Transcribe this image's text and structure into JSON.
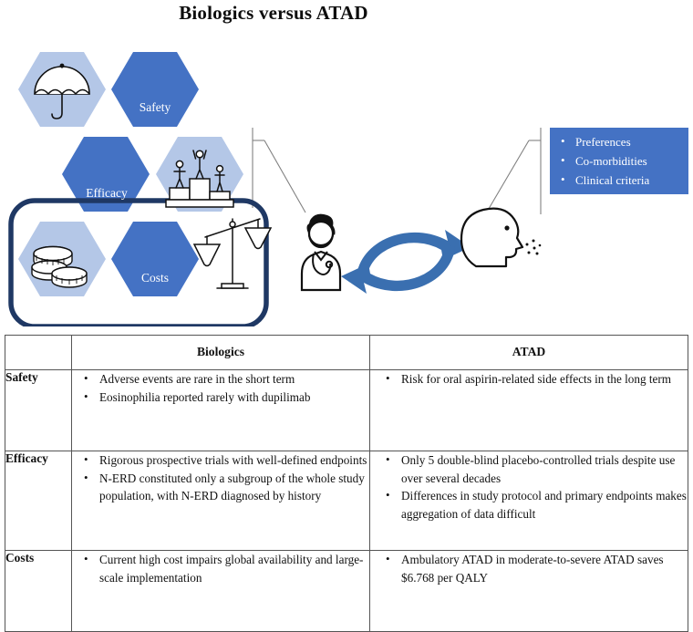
{
  "figure": {
    "title": "Biologics versus ATAD"
  },
  "diagram": {
    "hexagons": [
      {
        "id": "umbrella",
        "label": "",
        "icon": "umbrella-icon",
        "fill": "#b4c7e7"
      },
      {
        "id": "safety",
        "label": "Safety",
        "icon": "",
        "fill": "#4472c4"
      },
      {
        "id": "efficacy",
        "label": "Efficacy",
        "icon": "",
        "fill": "#4472c4"
      },
      {
        "id": "podium",
        "label": "",
        "icon": "winners-podium-icon",
        "fill": "#b4c7e7"
      },
      {
        "id": "coins",
        "label": "",
        "icon": "coins-icon",
        "fill": "#b4c7e7"
      },
      {
        "id": "costs",
        "label": "Costs",
        "icon": "",
        "fill": "#4472c4"
      }
    ],
    "loose_icons": [
      {
        "id": "scales",
        "icon": "balance-scales-icon"
      },
      {
        "id": "doctor",
        "icon": "doctor-icon"
      },
      {
        "id": "cycle",
        "icon": "shared-decision-cycle-icon"
      },
      {
        "id": "patient",
        "icon": "patient-head-sneeze-icon"
      }
    ],
    "highlight_box": {
      "name": "costs-highlight-box",
      "color": "#1f3864"
    },
    "factor_box": {
      "background": "#4472c4",
      "items": [
        "Preferences",
        "Co-morbidities",
        "Clinical criteria"
      ]
    },
    "colors": {
      "hex_dark": "#4472c4",
      "hex_light": "#b4c7e7",
      "highlight": "#1f3864",
      "arrow_blue": "#3a6fb0",
      "leader_line": "#808080",
      "icon_stroke": "#111111"
    }
  },
  "table": {
    "columns": [
      "",
      "Biologics",
      "ATAD"
    ],
    "rows": [
      {
        "header": "Safety",
        "biologics": [
          "Adverse events are rare in the short term",
          "Eosinophilia reported rarely with dupilimab"
        ],
        "atad": [
          "Risk for oral aspirin-related side effects in the long term"
        ]
      },
      {
        "header": "Efficacy",
        "biologics": [
          "Rigorous prospective trials with well-defined endpoints",
          "N-ERD constituted only a subgroup of the whole study population, with N-ERD diagnosed by history"
        ],
        "atad": [
          "Only 5 double-blind placebo-controlled trials despite use over several decades",
          "Differences in study protocol and primary endpoints makes aggregation of data difficult"
        ]
      },
      {
        "header": "Costs",
        "biologics": [
          "Current high cost impairs global availability and large-scale implementation"
        ],
        "atad": [
          "Ambulatory ATAD in moderate-to-severe ATAD saves $6.768 per QALY"
        ]
      }
    ]
  }
}
